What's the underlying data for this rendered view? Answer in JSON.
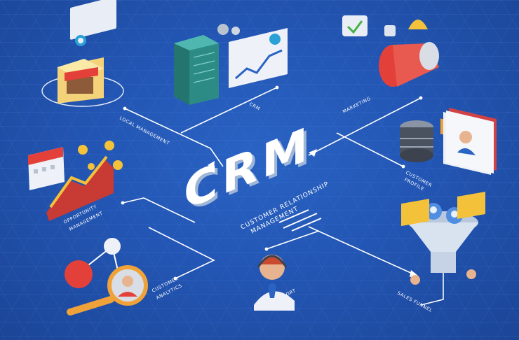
{
  "center": {
    "title": "CRM",
    "subtitle_line1": "CUSTOMER RELATIONSHIP",
    "subtitle_line2": "MANAGEMENT"
  },
  "nodes": {
    "local_management": "LOCAL MANAGEMENT",
    "crm": "CRM",
    "marketing": "MARKETING",
    "customer_profile_line1": "CUSTOMER",
    "customer_profile_line2": "PROFILE",
    "opportunity_line1": "OPPORTUNITY",
    "opportunity_line2": "MANAGEMENT",
    "customer_analytics_line1": "CUSTOMER",
    "customer_analytics_line2": "ANALYTICS",
    "support": "SUPPORT",
    "sales_funnel": "SALES FUNNEL"
  },
  "colors": {
    "background": "#2356b4",
    "line": "#ffffff",
    "accent_red": "#e3403a",
    "accent_yellow": "#f4c23a",
    "accent_teal": "#2d8b86"
  }
}
